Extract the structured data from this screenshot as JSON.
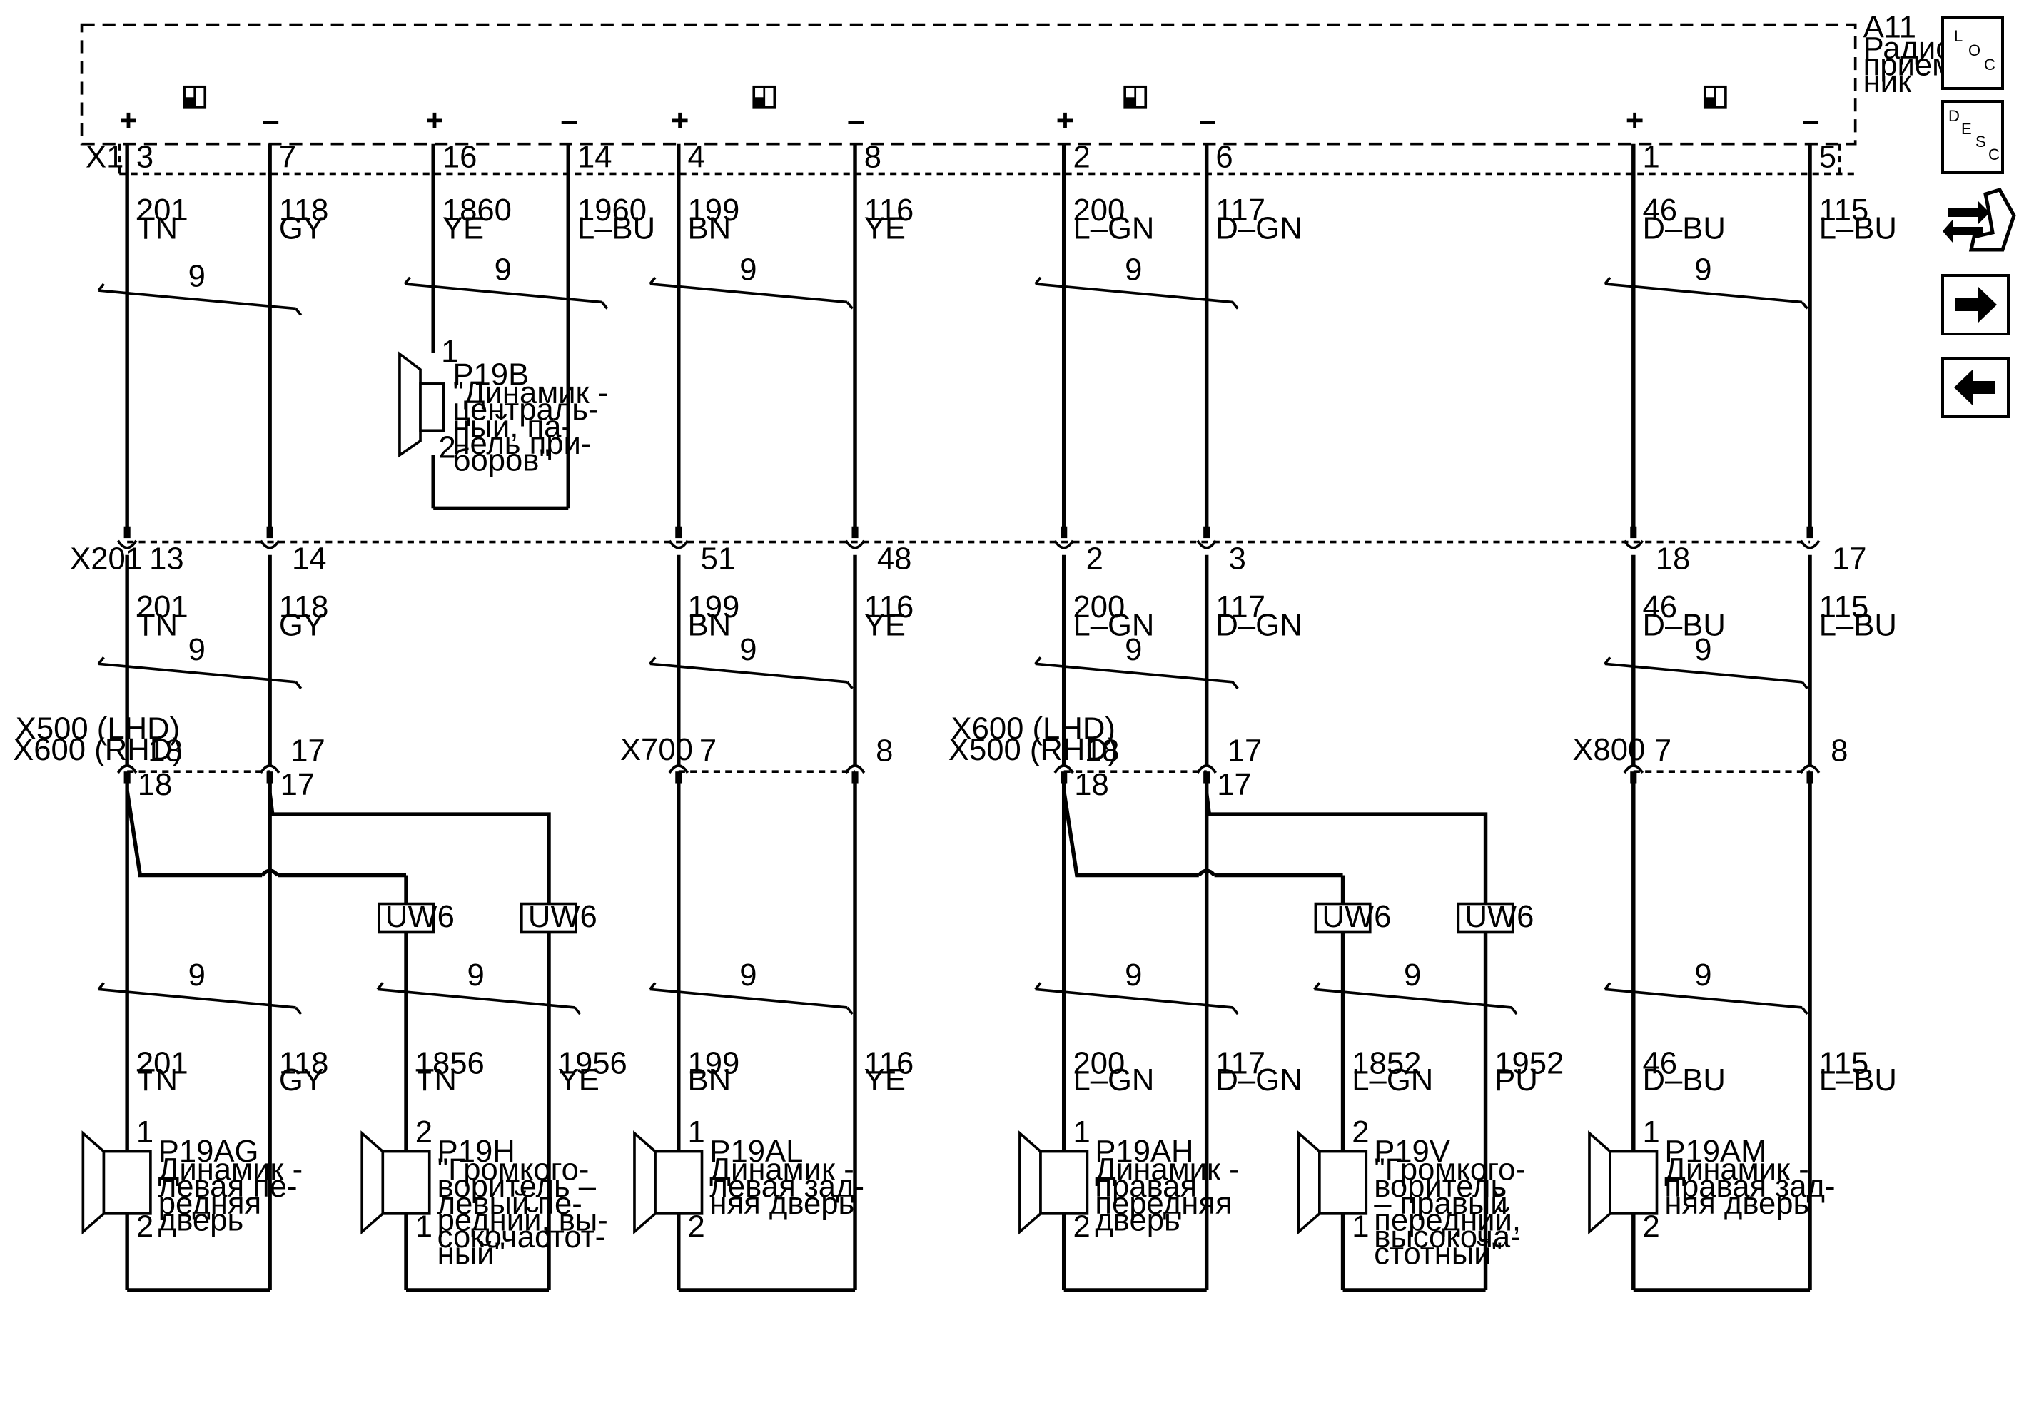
{
  "module": {
    "ref": "A11",
    "name_line1": "Радио-",
    "name_line2": "прием-",
    "name_line3": "ник"
  },
  "connectors": {
    "x1": "X1",
    "x201": "X201",
    "c1_line1": "X500 (LHD)",
    "c1_line2": "X600 (RHD)",
    "c2": "X700",
    "c3_line1": "X600 (LHD)",
    "c3_line2": "X500 (RHD)",
    "c4": "X800"
  },
  "bundle_count": "9",
  "circuits": [
    {
      "x1_pin": "3",
      "plus": true,
      "circuit": "201",
      "color": "TN",
      "x201_pin": "13",
      "up_pin": "18",
      "low_pin": "18"
    },
    {
      "x1_pin": "7",
      "plus": false,
      "circuit": "118",
      "color": "GY",
      "x201_pin": "14",
      "up_pin": "17",
      "low_pin": "17"
    },
    {
      "x1_pin": "16",
      "plus": true,
      "circuit": "1860",
      "color": "YE"
    },
    {
      "x1_pin": "14",
      "plus": false,
      "circuit": "1960",
      "color": "L–BU"
    },
    {
      "x1_pin": "4",
      "plus": true,
      "circuit": "199",
      "color": "BN",
      "x201_pin": "51",
      "up_pin": "7",
      "low_pin": ""
    },
    {
      "x1_pin": "8",
      "plus": false,
      "circuit": "116",
      "color": "YE",
      "x201_pin": "48",
      "up_pin": "8",
      "low_pin": ""
    },
    {
      "x1_pin": "2",
      "plus": true,
      "circuit": "200",
      "color": "L–GN",
      "x201_pin": "2",
      "up_pin": "18",
      "low_pin": "18"
    },
    {
      "x1_pin": "6",
      "plus": false,
      "circuit": "117",
      "color": "D–GN",
      "x201_pin": "3",
      "up_pin": "17",
      "low_pin": "17"
    },
    {
      "x1_pin": "1",
      "plus": true,
      "circuit": "46",
      "color": "D–BU",
      "x201_pin": "18",
      "up_pin": "7",
      "low_pin": ""
    },
    {
      "x1_pin": "5",
      "plus": false,
      "circuit": "115",
      "color": "L–BU",
      "x201_pin": "17",
      "up_pin": "8",
      "low_pin": ""
    }
  ],
  "tweeter_wires": [
    {
      "circuit": "1856",
      "color": "TN"
    },
    {
      "circuit": "1956",
      "color": "YE"
    },
    {
      "circuit": "1852",
      "color": "L–GN"
    },
    {
      "circuit": "1952",
      "color": "PU"
    }
  ],
  "splice": "UW6",
  "speakers": [
    {
      "ref": "P19B",
      "lines": [
        "\"Динамик -",
        "централь-",
        "ный, па-",
        "нель при-",
        "боров\""
      ],
      "pin_top": "1",
      "pin_bottom": "2"
    },
    {
      "ref": "P19AG",
      "lines": [
        "Динамик -",
        "левая пе-",
        "редняя",
        "дверь"
      ],
      "pin_top": "1",
      "pin_bottom": "2"
    },
    {
      "ref": "P19H",
      "lines": [
        "\"Громкого-",
        "воритель –",
        "левый пе-",
        "редний, вы-",
        "сокочастот-",
        "ный\""
      ],
      "pin_top": "2",
      "pin_bottom": "1"
    },
    {
      "ref": "P19AL",
      "lines": [
        "Динамик -",
        "левая зад-",
        "няя дверь"
      ],
      "pin_top": "1",
      "pin_bottom": "2"
    },
    {
      "ref": "P19AH",
      "lines": [
        "Динамик -",
        "правая",
        "передняя",
        "дверь"
      ],
      "pin_top": "1",
      "pin_bottom": "2"
    },
    {
      "ref": "P19V",
      "lines": [
        "\"Громкого-",
        "воритель",
        "– правый",
        "передний,",
        "высокоча-",
        "стотный\""
      ],
      "pin_top": "2",
      "pin_bottom": "1"
    },
    {
      "ref": "P19AM",
      "lines": [
        "Динамик -",
        "правая зад-",
        "няя дверь"
      ],
      "pin_top": "1",
      "pin_bottom": "2"
    }
  ],
  "nav": {
    "loc": {
      "l": "L",
      "o": "O",
      "c": "C"
    },
    "desc": {
      "d": "D",
      "e": "E",
      "s": "S",
      "c": "C"
    },
    "icons": [
      "connector-diagnostics-icon",
      "forward-arrow-icon",
      "back-arrow-icon"
    ]
  }
}
